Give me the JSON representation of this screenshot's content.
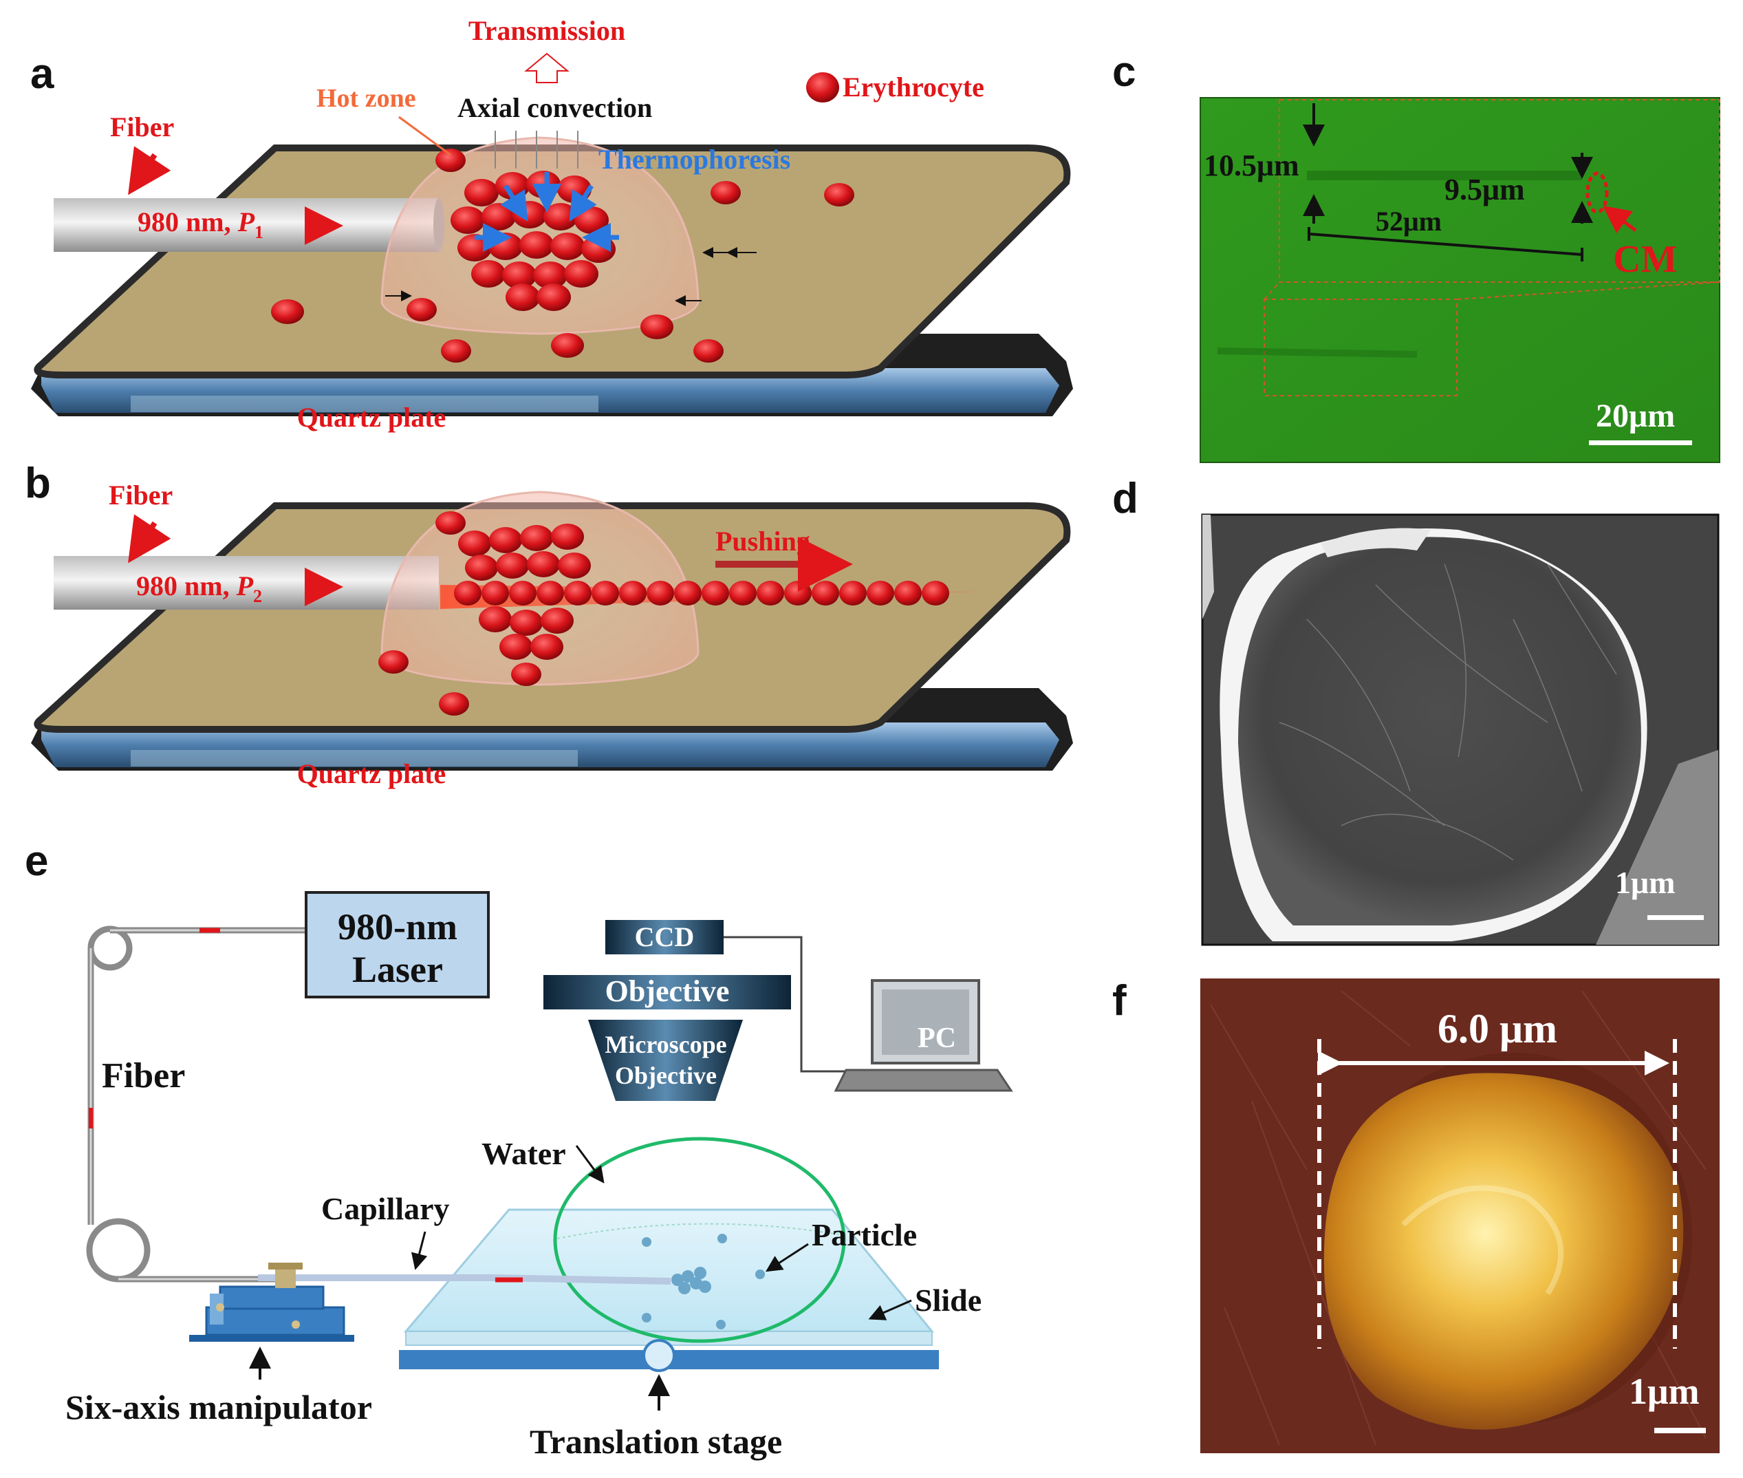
{
  "panels": {
    "a": "a",
    "b": "b",
    "c": "c",
    "d": "d",
    "e": "e",
    "f": "f"
  },
  "a": {
    "transmission": "Transmission",
    "hot_zone": "Hot zone",
    "axial_convection": "Axial convection",
    "thermophoresis": "Thermophoresis",
    "erythrocyte": "Erythrocyte",
    "fiber": "Fiber",
    "laser_prefix": "980 nm, ",
    "power_symbol": "P",
    "power_subscript": "1",
    "plate": "Quartz plate"
  },
  "b": {
    "fiber": "Fiber",
    "laser_prefix": "980 nm, ",
    "power_symbol": "P",
    "power_subscript": "2",
    "pushing": "Pushing",
    "plate": "Quartz plate"
  },
  "c": {
    "dim_left": "10.5μm",
    "dim_right": "9.5μm",
    "dim_length": "52μm",
    "cm": "CM",
    "scale": "20μm"
  },
  "d": {
    "scale": "1μm"
  },
  "e": {
    "laser_line1": "980-nm",
    "laser_line2": "Laser",
    "ccd": "CCD",
    "objective": "Objective",
    "microscope_line1": "Microscope",
    "microscope_line2": "Objective",
    "pc": "PC",
    "fiber": "Fiber",
    "water": "Water",
    "capillary": "Capillary",
    "particle": "Particle",
    "slide": "Slide",
    "manipulator": "Six-axis manipulator",
    "stage": "Translation stage"
  },
  "f": {
    "diameter": "6.0 μm",
    "scale": "1μm"
  },
  "colors": {
    "label_red": "#e0161a",
    "thermophoresis_blue": "#2a79e0",
    "hot_zone_orange": "#f26a3a",
    "plate_top": "#b9a574",
    "micrograph_green": "#2e8f1c",
    "sem_gray": "#4a4a4a",
    "afm_brown": "#6b2a1e",
    "setup_blue": "#3a7fc1",
    "laser_box": "#bcd6ee",
    "water_green": "#1fba6a"
  }
}
